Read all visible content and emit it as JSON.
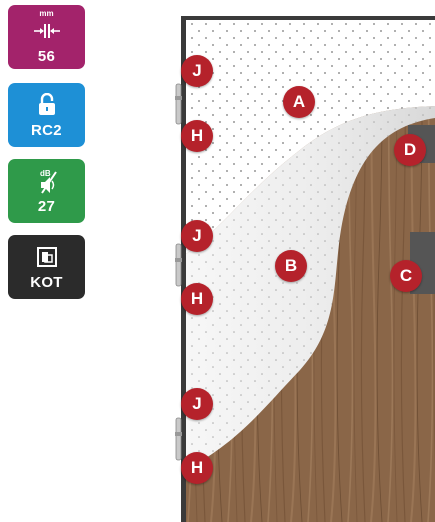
{
  "badges": [
    {
      "label": "56",
      "unit": "mm",
      "icon": "thickness-icon",
      "color": "#a3236b"
    },
    {
      "label": "RC2",
      "icon": "padlock-icon",
      "color": "#1e90d6"
    },
    {
      "label": "27",
      "unit": "dB",
      "icon": "sound-insulation-icon",
      "color": "#2f9a4a"
    },
    {
      "label": "KOT",
      "icon": "frame-icon",
      "color": "#2b2b2b"
    }
  ],
  "markers": {
    "a": "A",
    "b": "B",
    "c": "C",
    "d": "D",
    "j1": "J",
    "j2": "J",
    "j3": "J",
    "h1": "H",
    "h2": "H",
    "h3": "H"
  },
  "colors": {
    "marker": "#b5222b",
    "wood": "#8a6648",
    "frame": "#3a3a3a",
    "skin": "#ffffff",
    "peel": "#eeeeee"
  }
}
